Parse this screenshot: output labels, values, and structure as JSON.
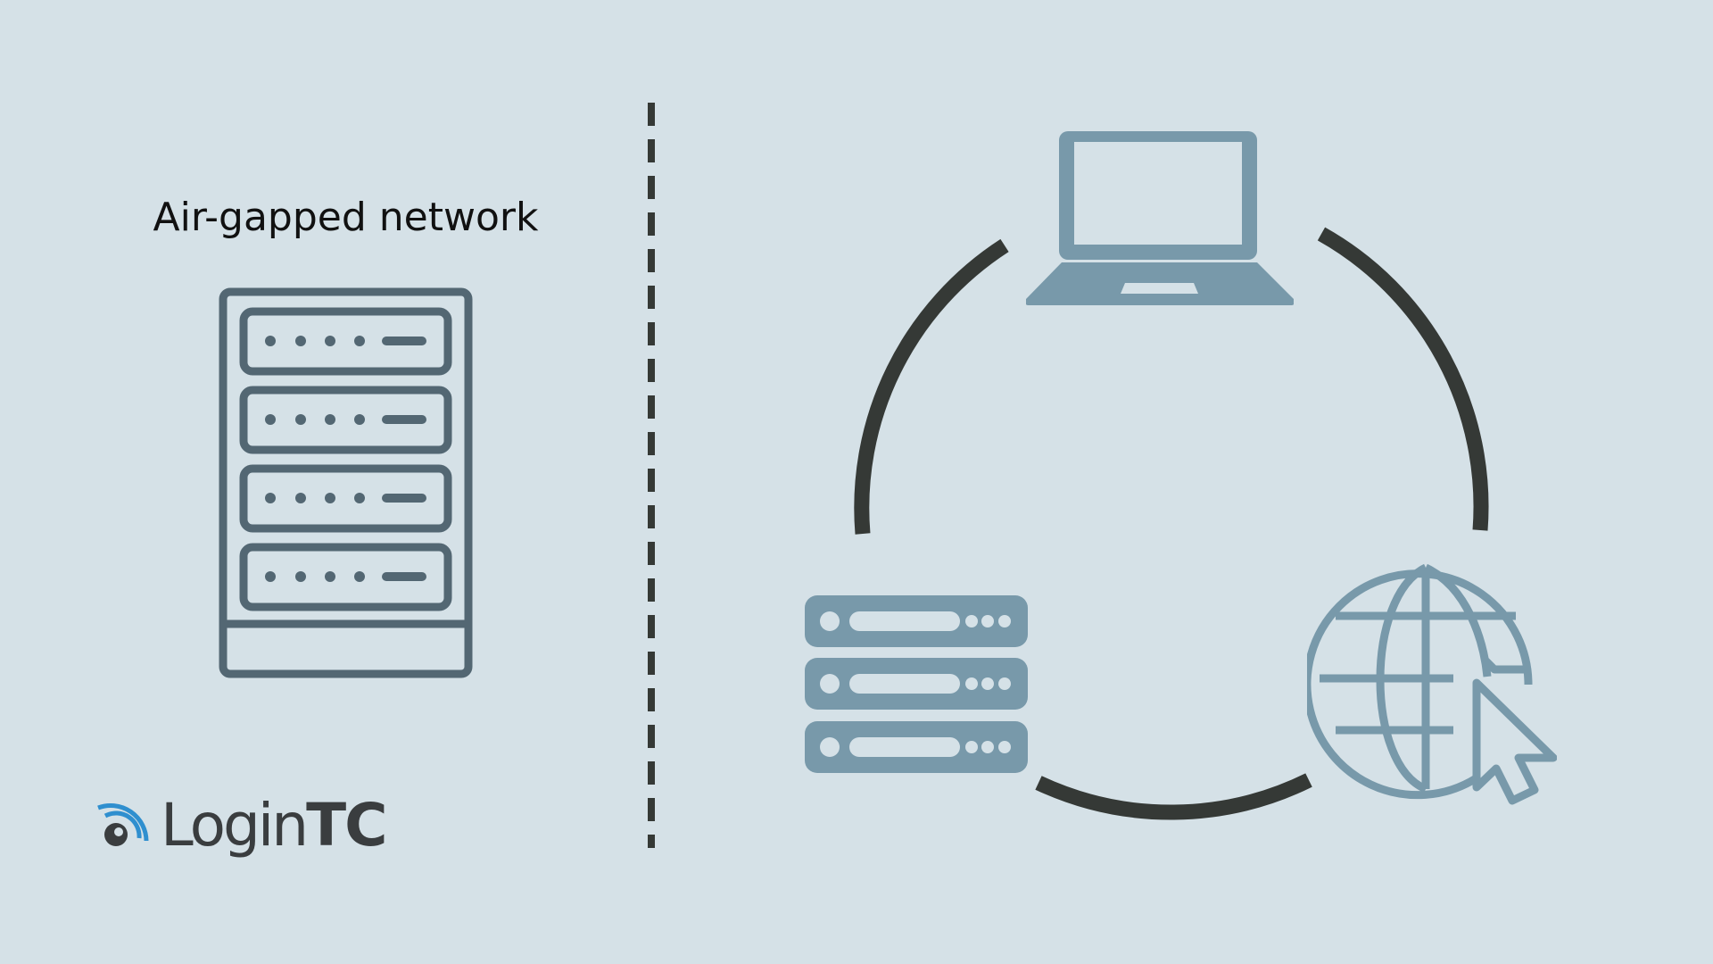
{
  "left_panel": {
    "title": "Air-gapped network",
    "icon": "server-rack-icon"
  },
  "right_panel": {
    "nodes": [
      {
        "name": "laptop",
        "icon": "laptop-icon"
      },
      {
        "name": "servers",
        "icon": "server-stack-icon"
      },
      {
        "name": "web",
        "icon": "globe-cursor-icon"
      }
    ]
  },
  "logo": {
    "text_light": "Login",
    "text_bold": "TC"
  },
  "colors": {
    "background": "#d5e1e7",
    "dark_icon": "#536773",
    "light_icon": "#7899aa",
    "cycle_arc": "#353936",
    "logo_blue": "#2f8fcf",
    "logo_text": "#3a3d3f"
  }
}
